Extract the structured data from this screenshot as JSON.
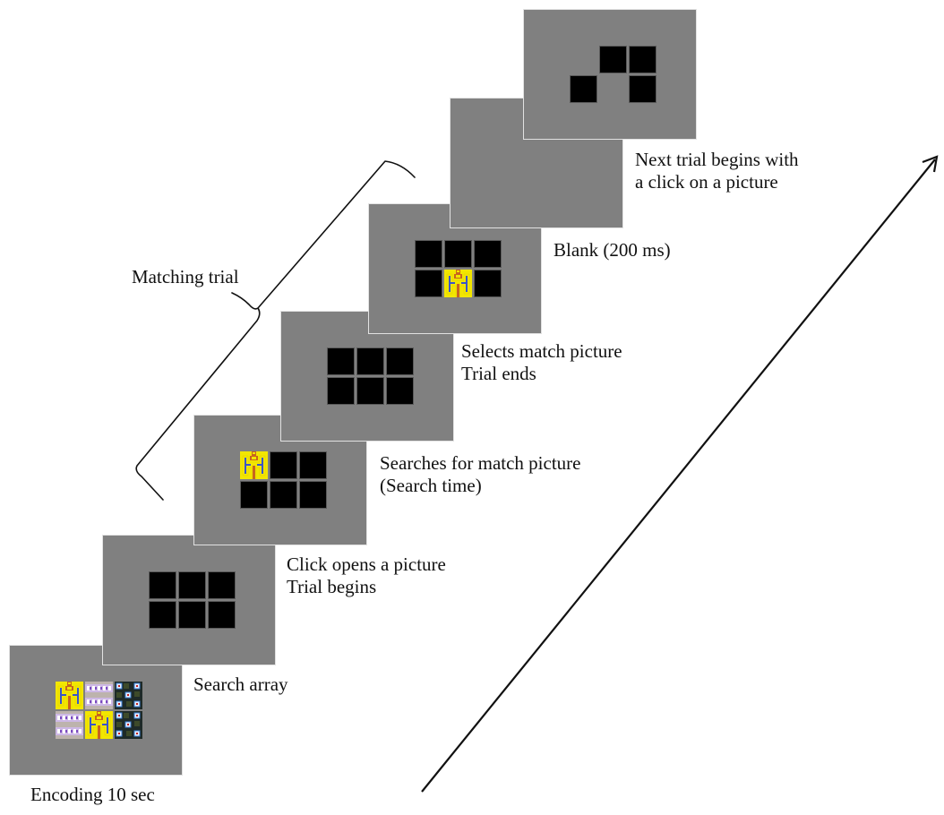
{
  "figure": {
    "bracket_label": "Matching trial",
    "arrow_meaning": "time-progression-arrow"
  },
  "colors": {
    "screen_gray": "#808080",
    "hidden_card": "#000000",
    "background": "#ffffff",
    "tile_yellow": "#f2e600",
    "tile_blue": "#3a55c8",
    "tile_orange": "#c8641e",
    "tile_lilac": "#c8b4dc",
    "tile_dark": "#1e2a28"
  },
  "panels": [
    {
      "id": "encoding",
      "label_lines": [
        "Encoding 10 sec"
      ],
      "cells": [
        "maze",
        "lilac",
        "dark",
        "lilac",
        "maze",
        "dark"
      ]
    },
    {
      "id": "search-array",
      "label_lines": [
        "Search array"
      ],
      "cells": [
        "black",
        "black",
        "black",
        "black",
        "black",
        "black"
      ]
    },
    {
      "id": "click-opens",
      "label_lines": [
        "Click opens a picture",
        "Trial begins"
      ],
      "cells": [
        "maze",
        "black",
        "black",
        "black",
        "black",
        "black"
      ]
    },
    {
      "id": "searches",
      "label_lines": [
        "Searches for match picture",
        "(Search time)"
      ],
      "cells": [
        "black",
        "black",
        "black",
        "black",
        "black",
        "black"
      ]
    },
    {
      "id": "selects-match",
      "label_lines": [
        "Selects match picture",
        "Trial ends"
      ],
      "cells": [
        "black",
        "black",
        "black",
        "black",
        "maze",
        "black"
      ]
    },
    {
      "id": "blank",
      "label_lines": [
        "Blank (200 ms)"
      ],
      "cells": []
    },
    {
      "id": "next-trial",
      "label_lines": [
        "Next trial begins with",
        "a click on a picture"
      ],
      "cells": [
        "empty",
        "black",
        "black",
        "black",
        "empty",
        "black"
      ]
    }
  ]
}
